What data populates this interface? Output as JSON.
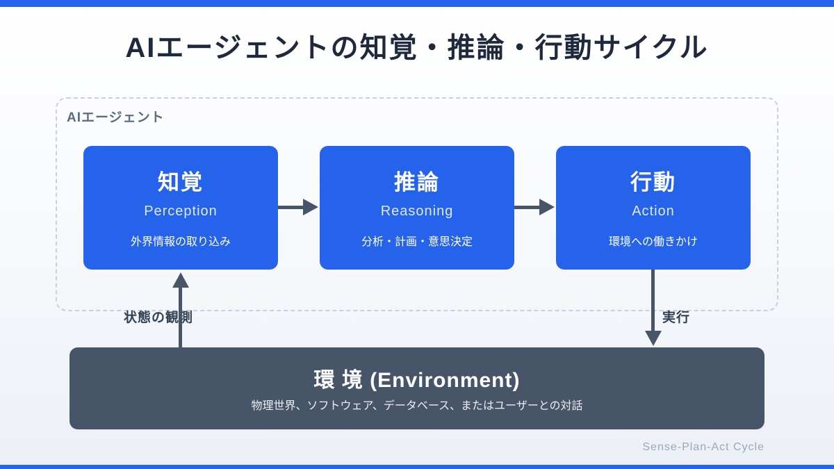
{
  "page": {
    "title": "AIエージェントの知覚・推論・行動サイクル",
    "footer": "Sense-Plan-Act Cycle"
  },
  "colors": {
    "accent_blue": "#2563eb",
    "dark_slate": "#475569",
    "title_text": "#1e293b",
    "dashed_border": "#c7d0dc"
  },
  "agent": {
    "label": "AIエージェント",
    "boxes": [
      {
        "title": "知覚",
        "subtitle": "Perception",
        "desc": "外界情報の取り込み"
      },
      {
        "title": "推論",
        "subtitle": "Reasoning",
        "desc": "分析・計画・意思決定"
      },
      {
        "title": "行動",
        "subtitle": "Action",
        "desc": "環境への働きかけ"
      }
    ]
  },
  "flows": {
    "observe_label": "状態の観測",
    "execute_label": "実行"
  },
  "environment": {
    "title": "環 境 (Environment)",
    "desc": "物理世界、ソフトウェア、データベース、またはユーザーとの対話"
  }
}
